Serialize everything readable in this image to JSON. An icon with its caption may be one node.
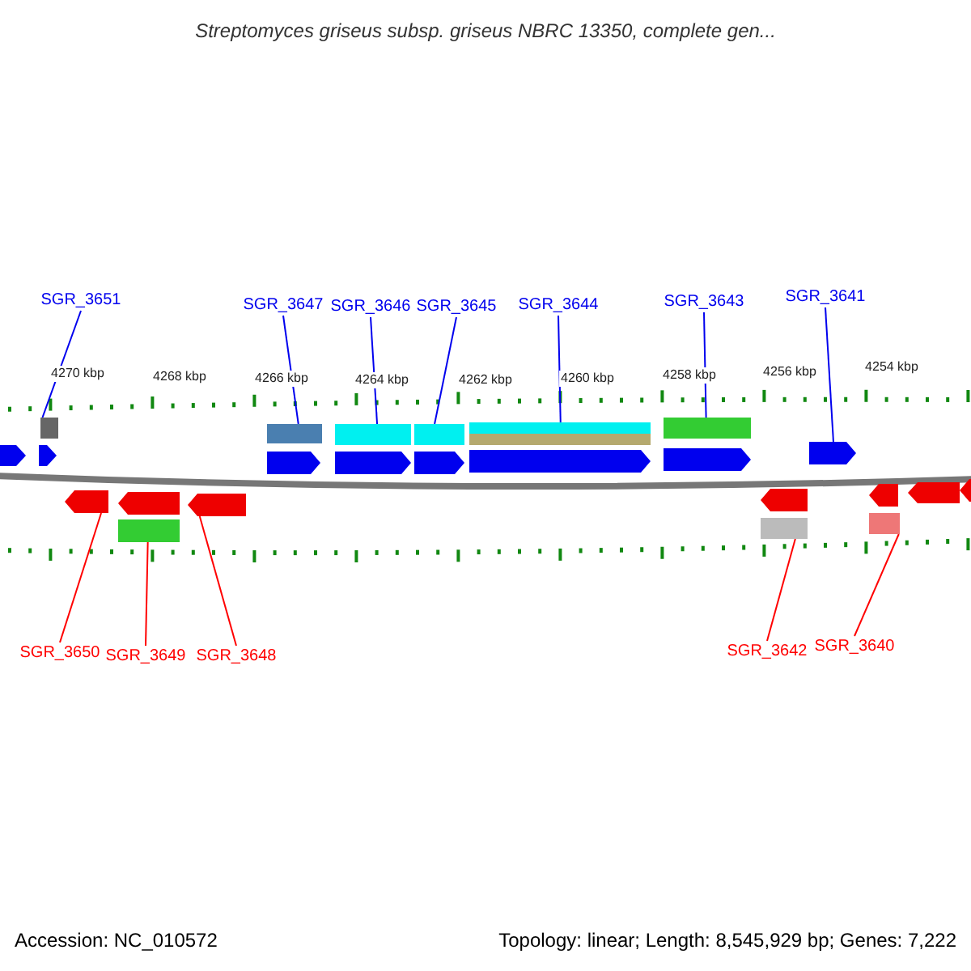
{
  "diagram": {
    "title": "Streptomyces griseus subsp. griseus NBRC 13350, complete gen...",
    "nodes": [
      {
        "text": [
          "SGR_3651"
        ]
      },
      {
        "text": [
          "SGR_3647"
        ]
      },
      {
        "text": [
          "SGR_3646"
        ]
      },
      {
        "text": [
          "SGR_3645"
        ]
      },
      {
        "text": [
          "SGR_3644"
        ]
      },
      {
        "text": [
          "SGR_3643"
        ]
      },
      {
        "text": [
          "SGR_3641"
        ]
      },
      {
        "text": [
          "SGR_3650"
        ]
      },
      {
        "text": [
          "SGR_3649"
        ]
      },
      {
        "text": [
          "SGR_3648"
        ]
      },
      {
        "text": [
          "SGR_3642"
        ]
      },
      {
        "text": [
          "SGR_3640"
        ]
      },
      {
        "text": [],
        "shape": "bar"
      },
      {
        "text": [],
        "shape": "bar"
      },
      {
        "text": [],
        "shape": "bar"
      },
      {
        "text": [],
        "shape": "bar"
      },
      {
        "text": [],
        "shape": "bar"
      },
      {
        "text": [],
        "shape": "bar"
      },
      {
        "text": [],
        "shape": "bar"
      },
      {
        "text": [],
        "shape": "arrow"
      },
      {
        "text": [],
        "shape": "arrow"
      },
      {
        "text": [],
        "shape": "arrow"
      },
      {
        "text": [],
        "shape": "arrow"
      },
      {
        "text": [],
        "shape": "arrow"
      },
      {
        "text": [],
        "shape": "arrow"
      },
      {
        "text": [],
        "shape": "arrow"
      },
      {
        "text": [],
        "shape": "arrow"
      },
      {
        "text": [],
        "shape": "arrow"
      },
      {
        "text": [],
        "shape": "arrow"
      },
      {
        "text": [],
        "shape": "arrow"
      },
      {
        "text": [],
        "shape": "arrow"
      },
      {
        "text": [],
        "shape": "arrow"
      },
      {
        "text": [],
        "shape": "arrow"
      },
      {
        "text": [],
        "shape": "arrow"
      },
      {
        "text": [],
        "shape": "bar"
      },
      {
        "text": [],
        "shape": "bar"
      },
      {
        "text": [],
        "shape": "bar"
      }
    ],
    "edges": [
      {
        "from": 0,
        "to": 12,
        "arrow": "none"
      },
      {
        "from": 1,
        "to": 13,
        "arrow": "none"
      },
      {
        "from": 2,
        "to": 14,
        "arrow": "none"
      },
      {
        "from": 3,
        "to": 15,
        "arrow": "none"
      },
      {
        "from": 4,
        "to": 16,
        "arrow": "none"
      },
      {
        "from": 5,
        "to": 18,
        "arrow": "none"
      },
      {
        "from": 6,
        "to": 26,
        "arrow": "none"
      },
      {
        "from": 7,
        "to": 27,
        "arrow": "none",
        "color": "#ff0000"
      },
      {
        "from": 8,
        "to": 34,
        "arrow": "none",
        "color": "#ff0000"
      },
      {
        "from": 9,
        "to": 29,
        "arrow": "none",
        "color": "#ff0000"
      },
      {
        "from": 10,
        "to": 35,
        "arrow": "none",
        "color": "#ff0000"
      },
      {
        "from": 11,
        "to": 36,
        "arrow": "none",
        "color": "#ff0000"
      }
    ],
    "labels": [
      "4270 kbp",
      "4268 kbp",
      "4266 kbp",
      "4264 kbp",
      "4262 kbp",
      "4260 kbp",
      "4258 kbp",
      "4256 kbp",
      "4254 kbp",
      "Accession: NC_010572",
      "Topology: linear; Length: 8,545,929 bp; Genes: 7,222"
    ]
  }
}
